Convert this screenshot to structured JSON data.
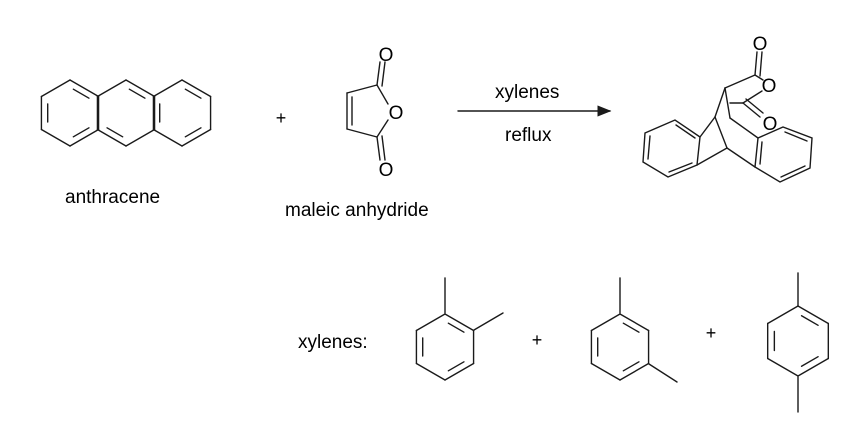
{
  "reaction": {
    "reactant1_label": "anthracene",
    "reactant2_label": "maleic anhydride",
    "plus": "+",
    "conditions_top": "xylenes",
    "conditions_bottom": "reflux",
    "oxygen": "O"
  },
  "solvent": {
    "label": "xylenes:",
    "plus": "+"
  }
}
